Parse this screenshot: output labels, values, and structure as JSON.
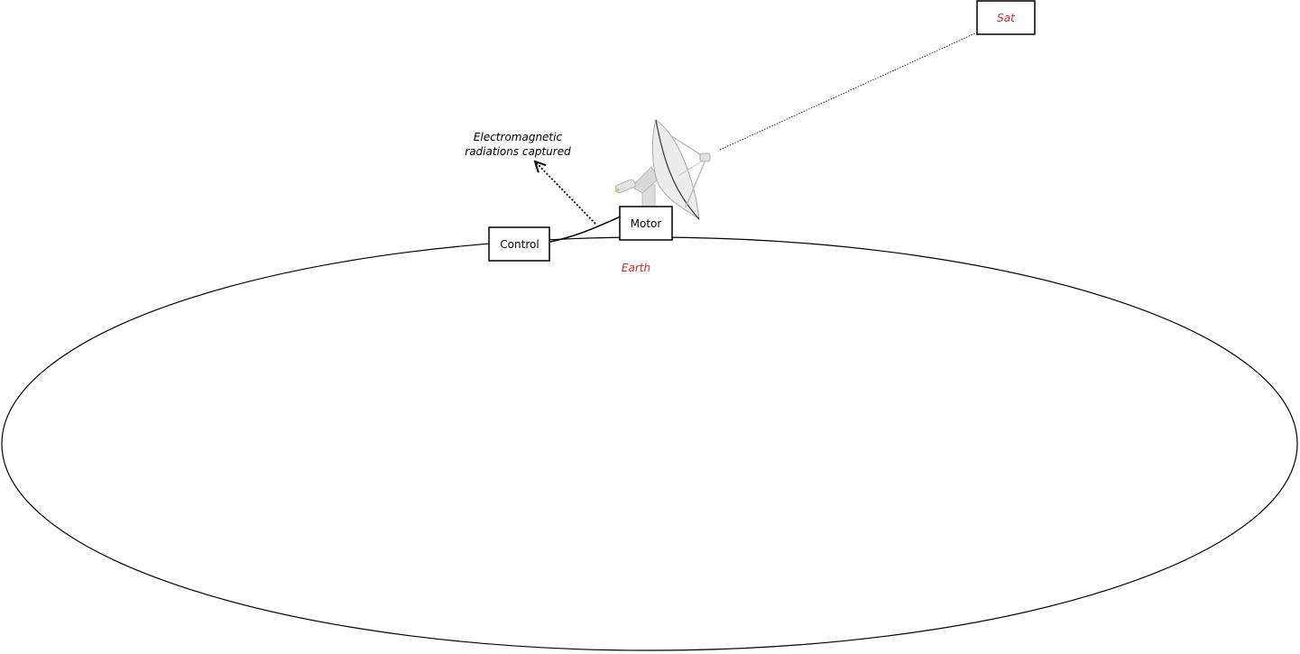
{
  "nodes": {
    "satellite": {
      "label": "Sat"
    },
    "motor": {
      "label": "Motor"
    },
    "control": {
      "label": "Control"
    },
    "earth": {
      "label": "Earth"
    }
  },
  "annotation": {
    "line1": "Electromagnetic",
    "line2": "radiations captured"
  },
  "colors": {
    "accent_label": "#d62728",
    "stroke": "#000000",
    "dish": "#e6e6e6"
  },
  "icons": {
    "antenna": "satellite-dish-icon"
  }
}
